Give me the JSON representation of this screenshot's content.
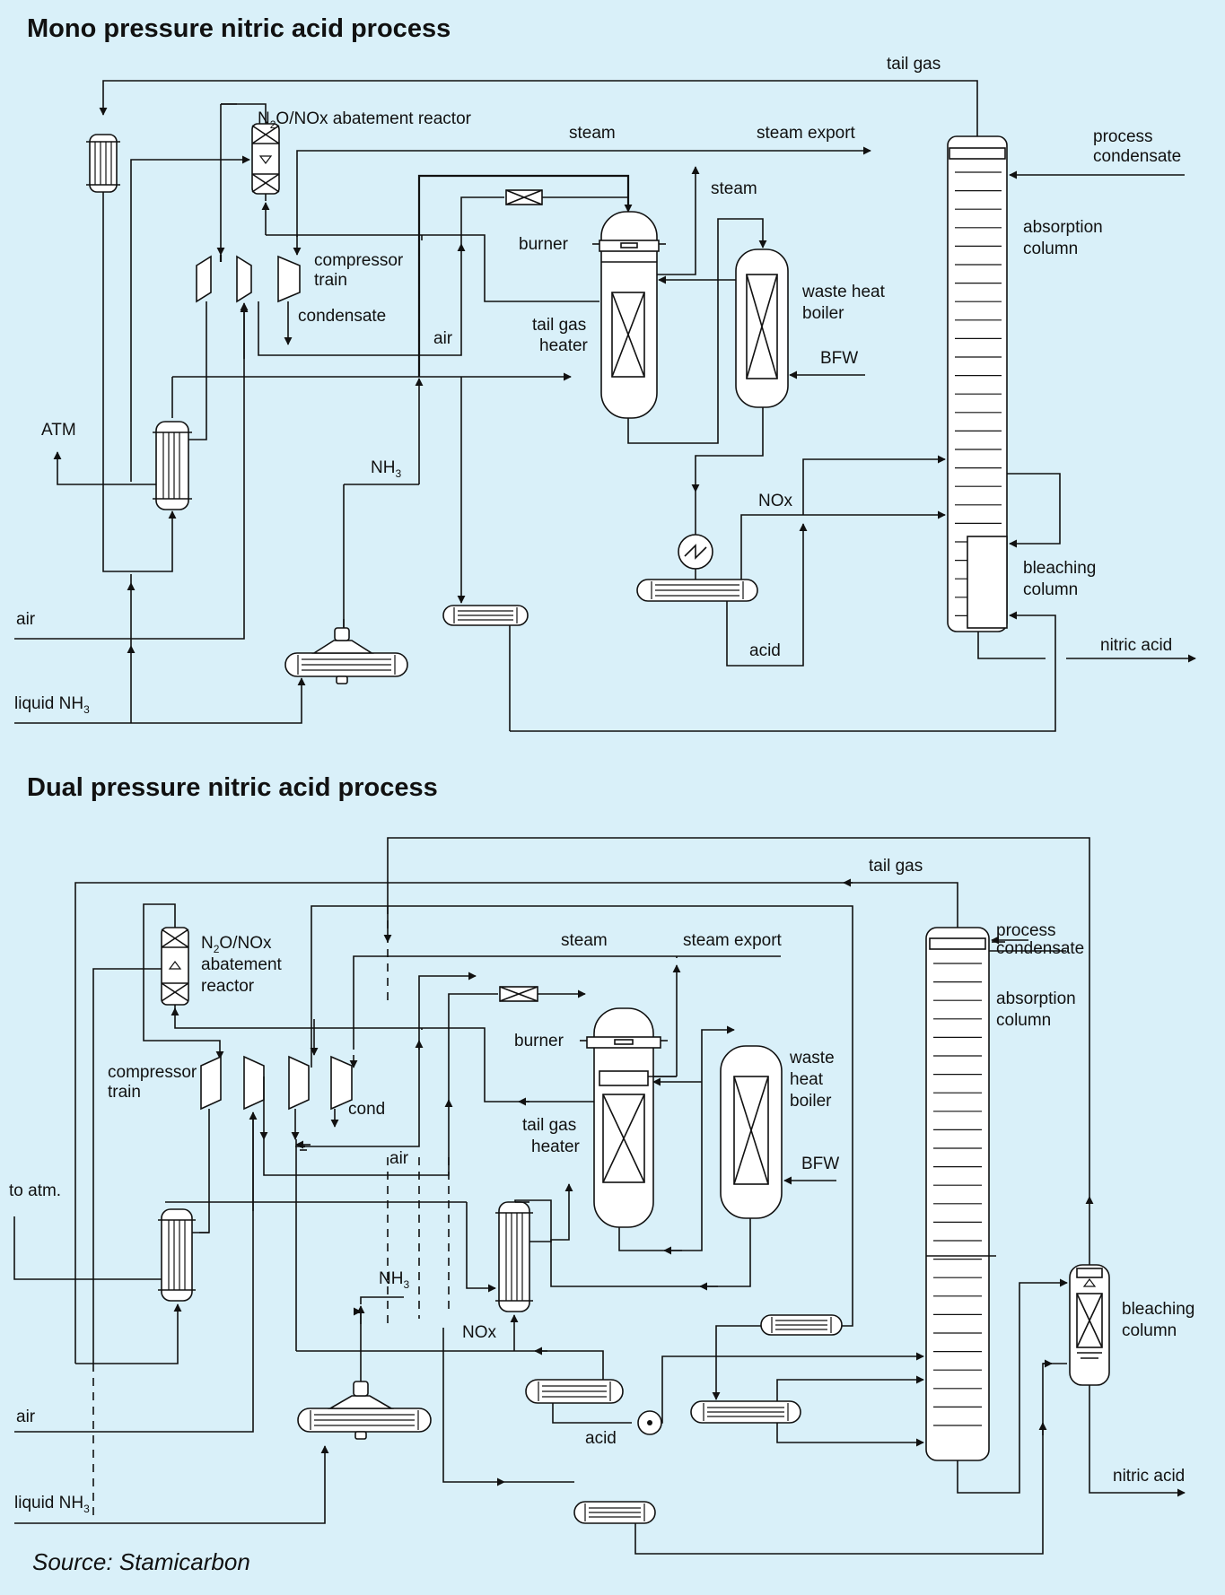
{
  "mono": {
    "title": "Mono pressure nitric acid process",
    "labels": {
      "tail_gas": "tail gas",
      "abatement_prefix": "N",
      "abatement_sub": "2",
      "abatement_rest": "O/NOx abatement reactor",
      "steam_top": "steam",
      "steam_export": "steam export",
      "process_condensate_1": "process",
      "process_condensate_2": "condensate",
      "steam_right": "steam",
      "absorption_1": "absorption",
      "absorption_2": "column",
      "burner": "burner",
      "compressor_1": "compressor",
      "compressor_2": "train",
      "condensate": "condensate",
      "waste_heat_1": "waste heat",
      "waste_heat_2": "boiler",
      "tail_gas_heater_1": "tail gas",
      "tail_gas_heater_2": "heater",
      "air_mid": "air",
      "bfw": "BFW",
      "atm": "ATM",
      "nh3_prefix": "NH",
      "nh3_sub": "3",
      "nox": "NOx",
      "bleaching_1": "bleaching",
      "bleaching_2": "column",
      "air_left": "air",
      "acid": "acid",
      "nitric_acid": "nitric acid",
      "liquid_nh3_prefix": "liquid NH",
      "liquid_nh3_sub": "3"
    }
  },
  "dual": {
    "title": "Dual pressure nitric acid process",
    "labels": {
      "tail_gas": "tail gas",
      "abatement_prefix": "N",
      "abatement_sub": "2",
      "abatement_rest": "O/NOx",
      "abatement_2": "abatement",
      "abatement_3": "reactor",
      "steam": "steam",
      "steam_export": "steam export",
      "process_condensate_1": "process",
      "process_condensate_2": "condensate",
      "absorption_1": "absorption",
      "absorption_2": "column",
      "burner": "burner",
      "waste_heat_1": "waste",
      "waste_heat_2": "heat",
      "waste_heat_3": "boiler",
      "compressor_1": "compressor",
      "compressor_2": "train",
      "cond": "cond",
      "tail_gas_heater_1": "tail gas",
      "tail_gas_heater_2": "heater",
      "air_mid": "air",
      "bfw": "BFW",
      "to_atm": "to atm.",
      "nh3_prefix": "NH",
      "nh3_sub": "3",
      "nox": "NOx",
      "bleaching_1": "bleaching",
      "bleaching_2": "column",
      "air_left": "air",
      "acid": "acid",
      "nitric_acid": "nitric acid",
      "liquid_nh3_prefix": "liquid NH",
      "liquid_nh3_sub": "3"
    }
  },
  "source": "Source: Stamicarbon",
  "colors": {
    "background": "#d9f0f9",
    "line": "#111111",
    "equipment_fill": "#ffffff"
  }
}
